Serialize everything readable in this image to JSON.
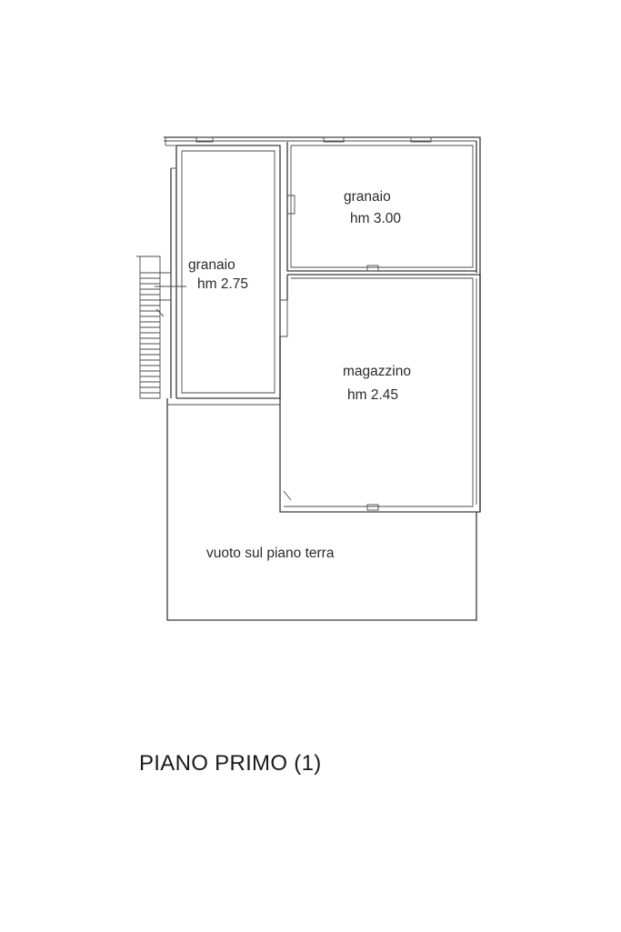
{
  "rooms": {
    "granaio_top": {
      "name": "granaio",
      "height": "hm 3.00"
    },
    "granaio_left": {
      "name": "granaio",
      "height": "hm 2.75"
    },
    "magazzino": {
      "name": "magazzino",
      "height": "hm 2.45"
    },
    "vuoto": {
      "name": "vuoto sul piano terra"
    }
  },
  "title": "PIANO PRIMO (1)"
}
